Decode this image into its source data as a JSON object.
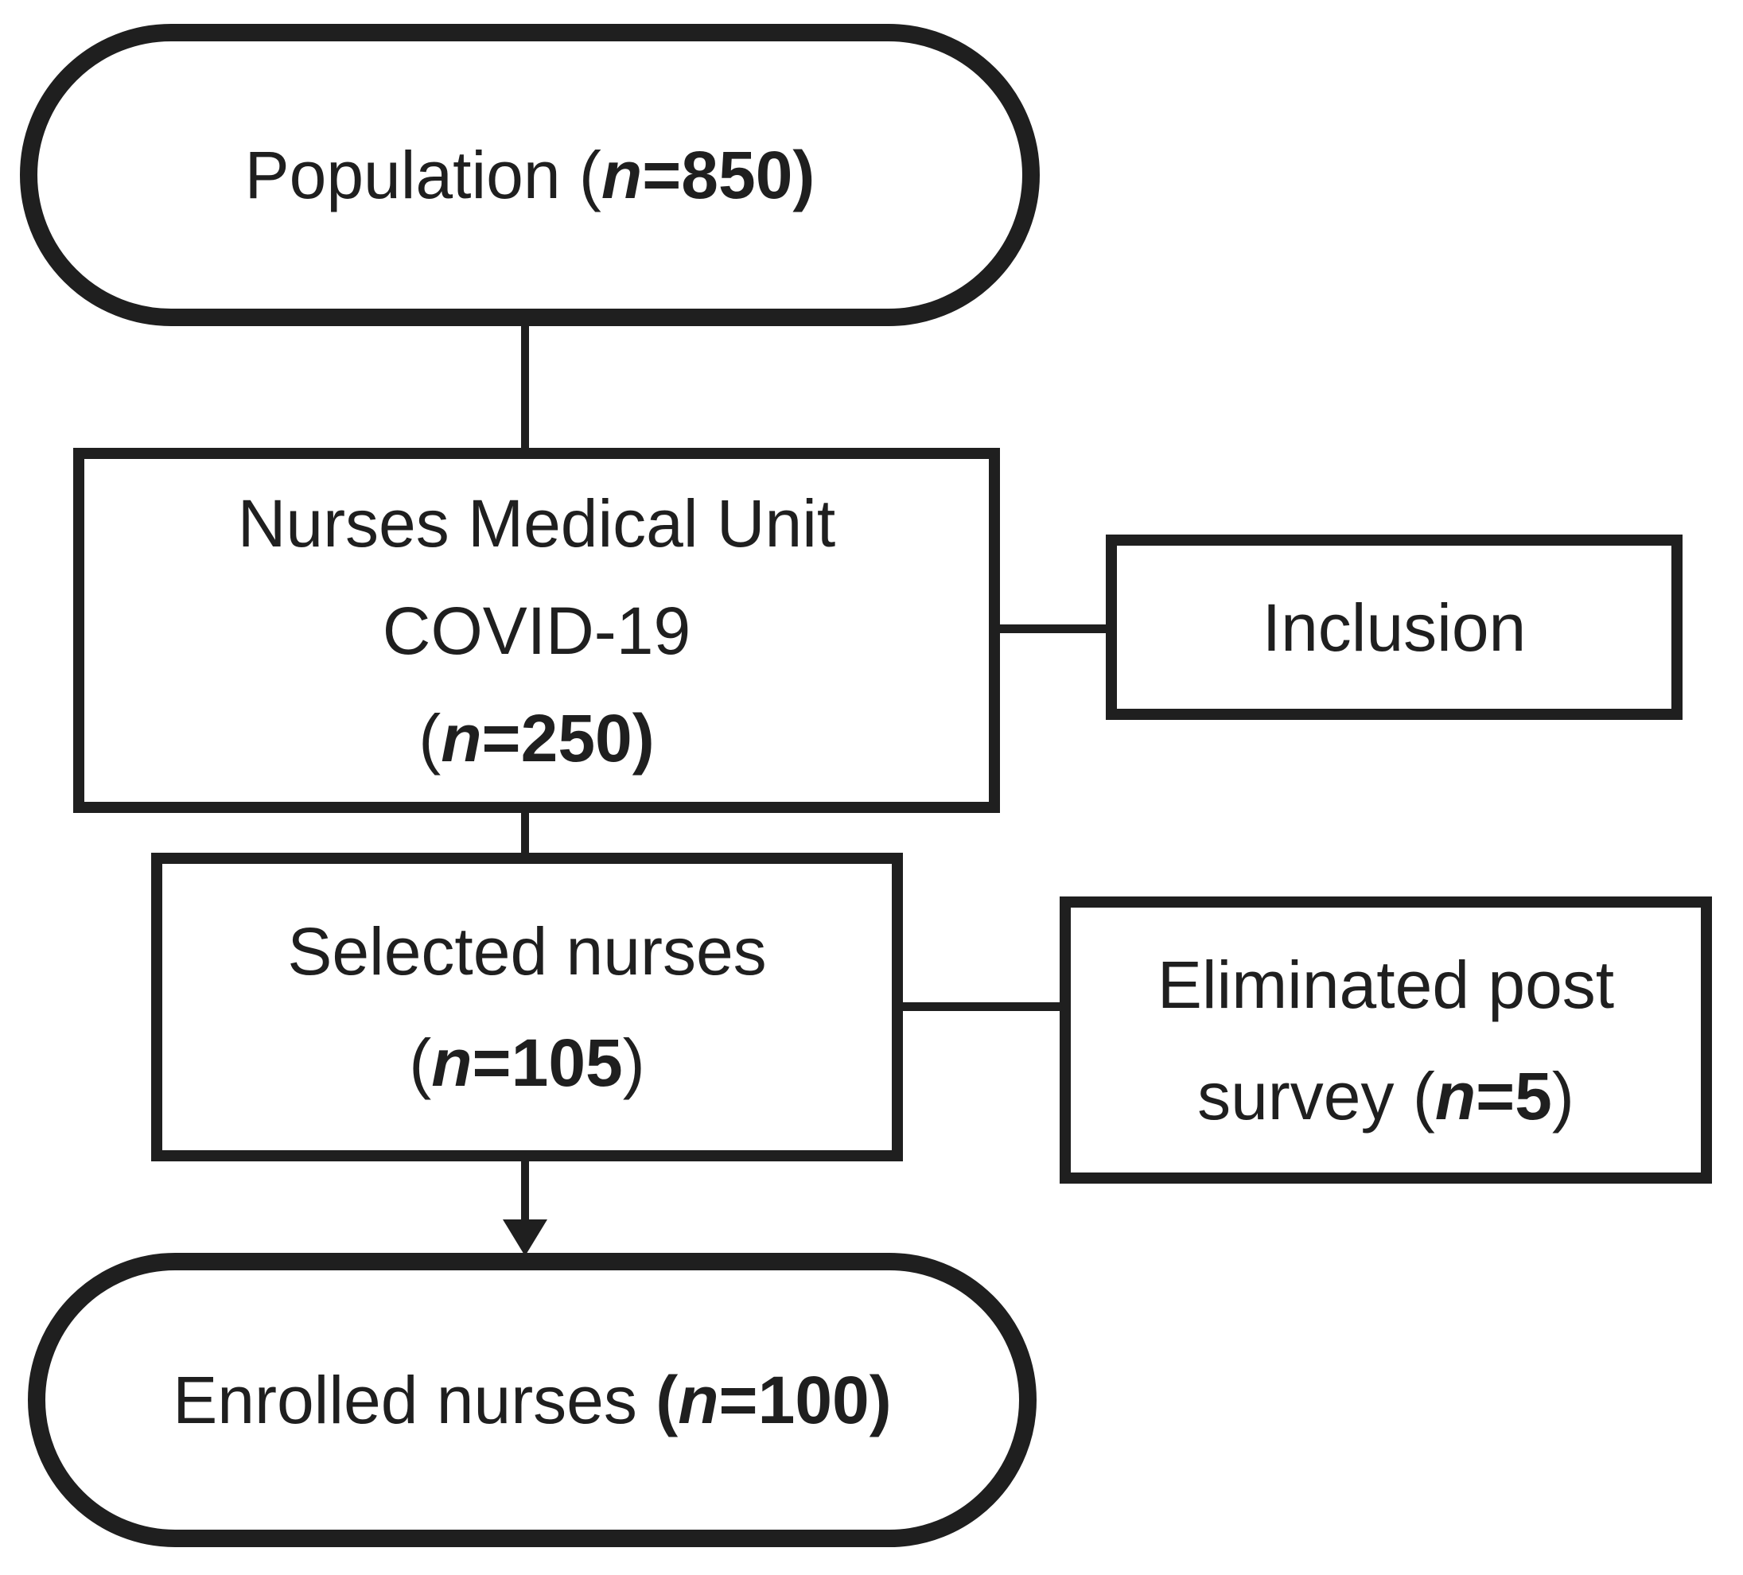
{
  "diagram": {
    "title_implicit": "",
    "colors": {
      "stroke": "#1f1f1f",
      "background": "#ffffff"
    },
    "nodes": {
      "population": {
        "shape": "stadium",
        "lines": [
          [
            {
              "t": "Population ("
            },
            {
              "t": "n",
              "b": true,
              "i": true
            },
            {
              "t": "=850)",
              "b": true
            }
          ]
        ]
      },
      "nurses": {
        "shape": "rectangle",
        "lines": [
          [
            {
              "t": "Nurses Medical Unit"
            }
          ],
          [
            {
              "t": "COVID-19"
            }
          ],
          [
            {
              "t": "("
            },
            {
              "t": "n",
              "b": true,
              "i": true
            },
            {
              "t": "=250)",
              "b": true
            }
          ]
        ]
      },
      "inclusion": {
        "shape": "rectangle",
        "lines": [
          [
            {
              "t": "Inclusion"
            }
          ]
        ]
      },
      "selected": {
        "shape": "rectangle",
        "lines": [
          [
            {
              "t": "Selected nurses"
            }
          ],
          [
            {
              "t": "("
            },
            {
              "t": "n",
              "b": true,
              "i": true
            },
            {
              "t": "=105",
              "b": true
            },
            {
              "t": ")"
            }
          ]
        ]
      },
      "eliminated": {
        "shape": "rectangle",
        "lines": [
          [
            {
              "t": "Eliminated post"
            }
          ],
          [
            {
              "t": "survey ("
            },
            {
              "t": "n",
              "b": true,
              "i": true
            },
            {
              "t": "=5",
              "b": true
            },
            {
              "t": ")"
            }
          ]
        ]
      },
      "enrolled": {
        "shape": "stadium",
        "lines": [
          [
            {
              "t": "Enrolled nurses "
            },
            {
              "t": "(",
              "b": true
            },
            {
              "t": "n",
              "b": true,
              "i": true
            },
            {
              "t": "=100)",
              "b": true
            }
          ]
        ]
      }
    },
    "edges": [
      {
        "from": "population",
        "to": "nurses",
        "arrow": false
      },
      {
        "from": "nurses",
        "to": "inclusion",
        "arrow": false
      },
      {
        "from": "nurses",
        "to": "selected",
        "arrow": false
      },
      {
        "from": "selected",
        "to": "eliminated",
        "arrow": false
      },
      {
        "from": "selected",
        "to": "enrolled",
        "arrow": true
      }
    ]
  }
}
